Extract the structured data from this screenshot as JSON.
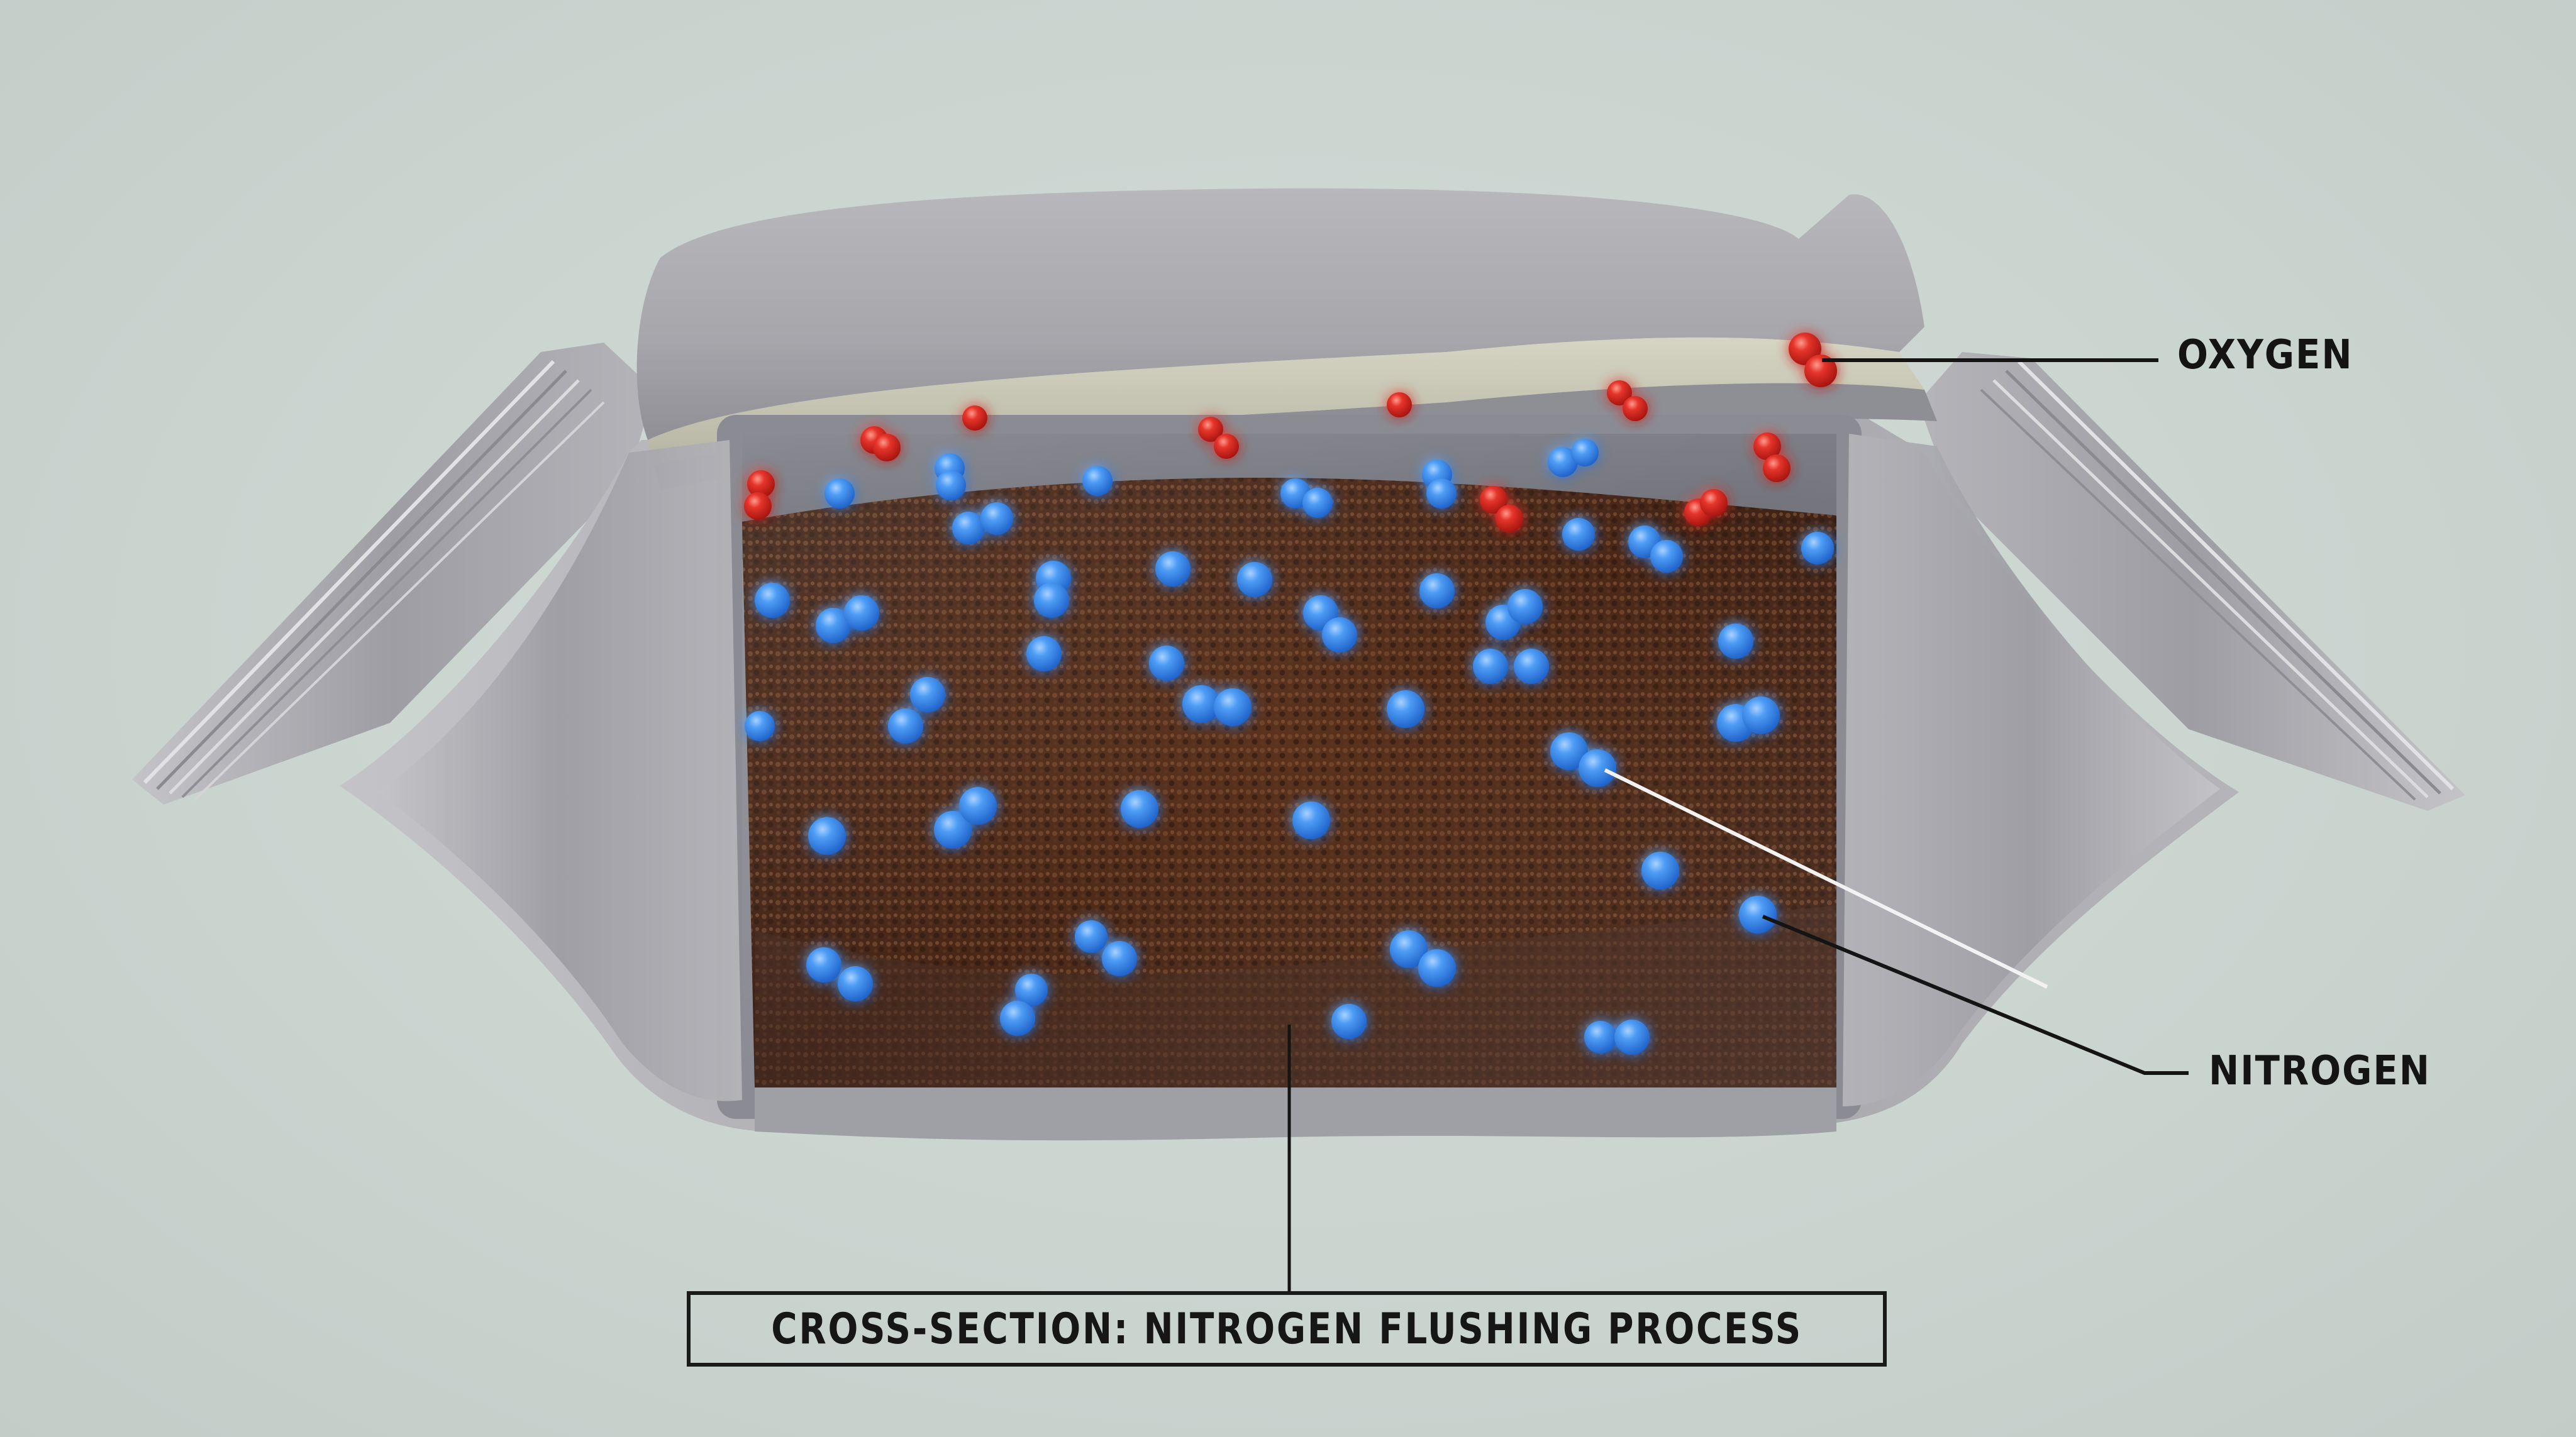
{
  "diagram": {
    "title": "CROSS-SECTION: NITROGEN FLUSHING PROCESS",
    "subject": "coffee-bag-cross-section",
    "labels": {
      "oxygen": "OXYGEN",
      "nitrogen": "NITROGEN"
    },
    "colors": {
      "background": "#cbd5d0",
      "foil": "#a9a9ad",
      "foil_highlight": "#d9d9dc",
      "inner_liner": "#c9c8b6",
      "coffee": "#4a2a1a",
      "oxygen_molecule": "#e02a24",
      "nitrogen_molecule": "#3a8ff0",
      "callout_line": "#141414"
    },
    "legend": [
      {
        "name": "oxygen",
        "color": "#e02a24",
        "location": "top headspace"
      },
      {
        "name": "nitrogen",
        "color": "#3a8ff0",
        "location": "throughout coffee grounds"
      }
    ]
  }
}
